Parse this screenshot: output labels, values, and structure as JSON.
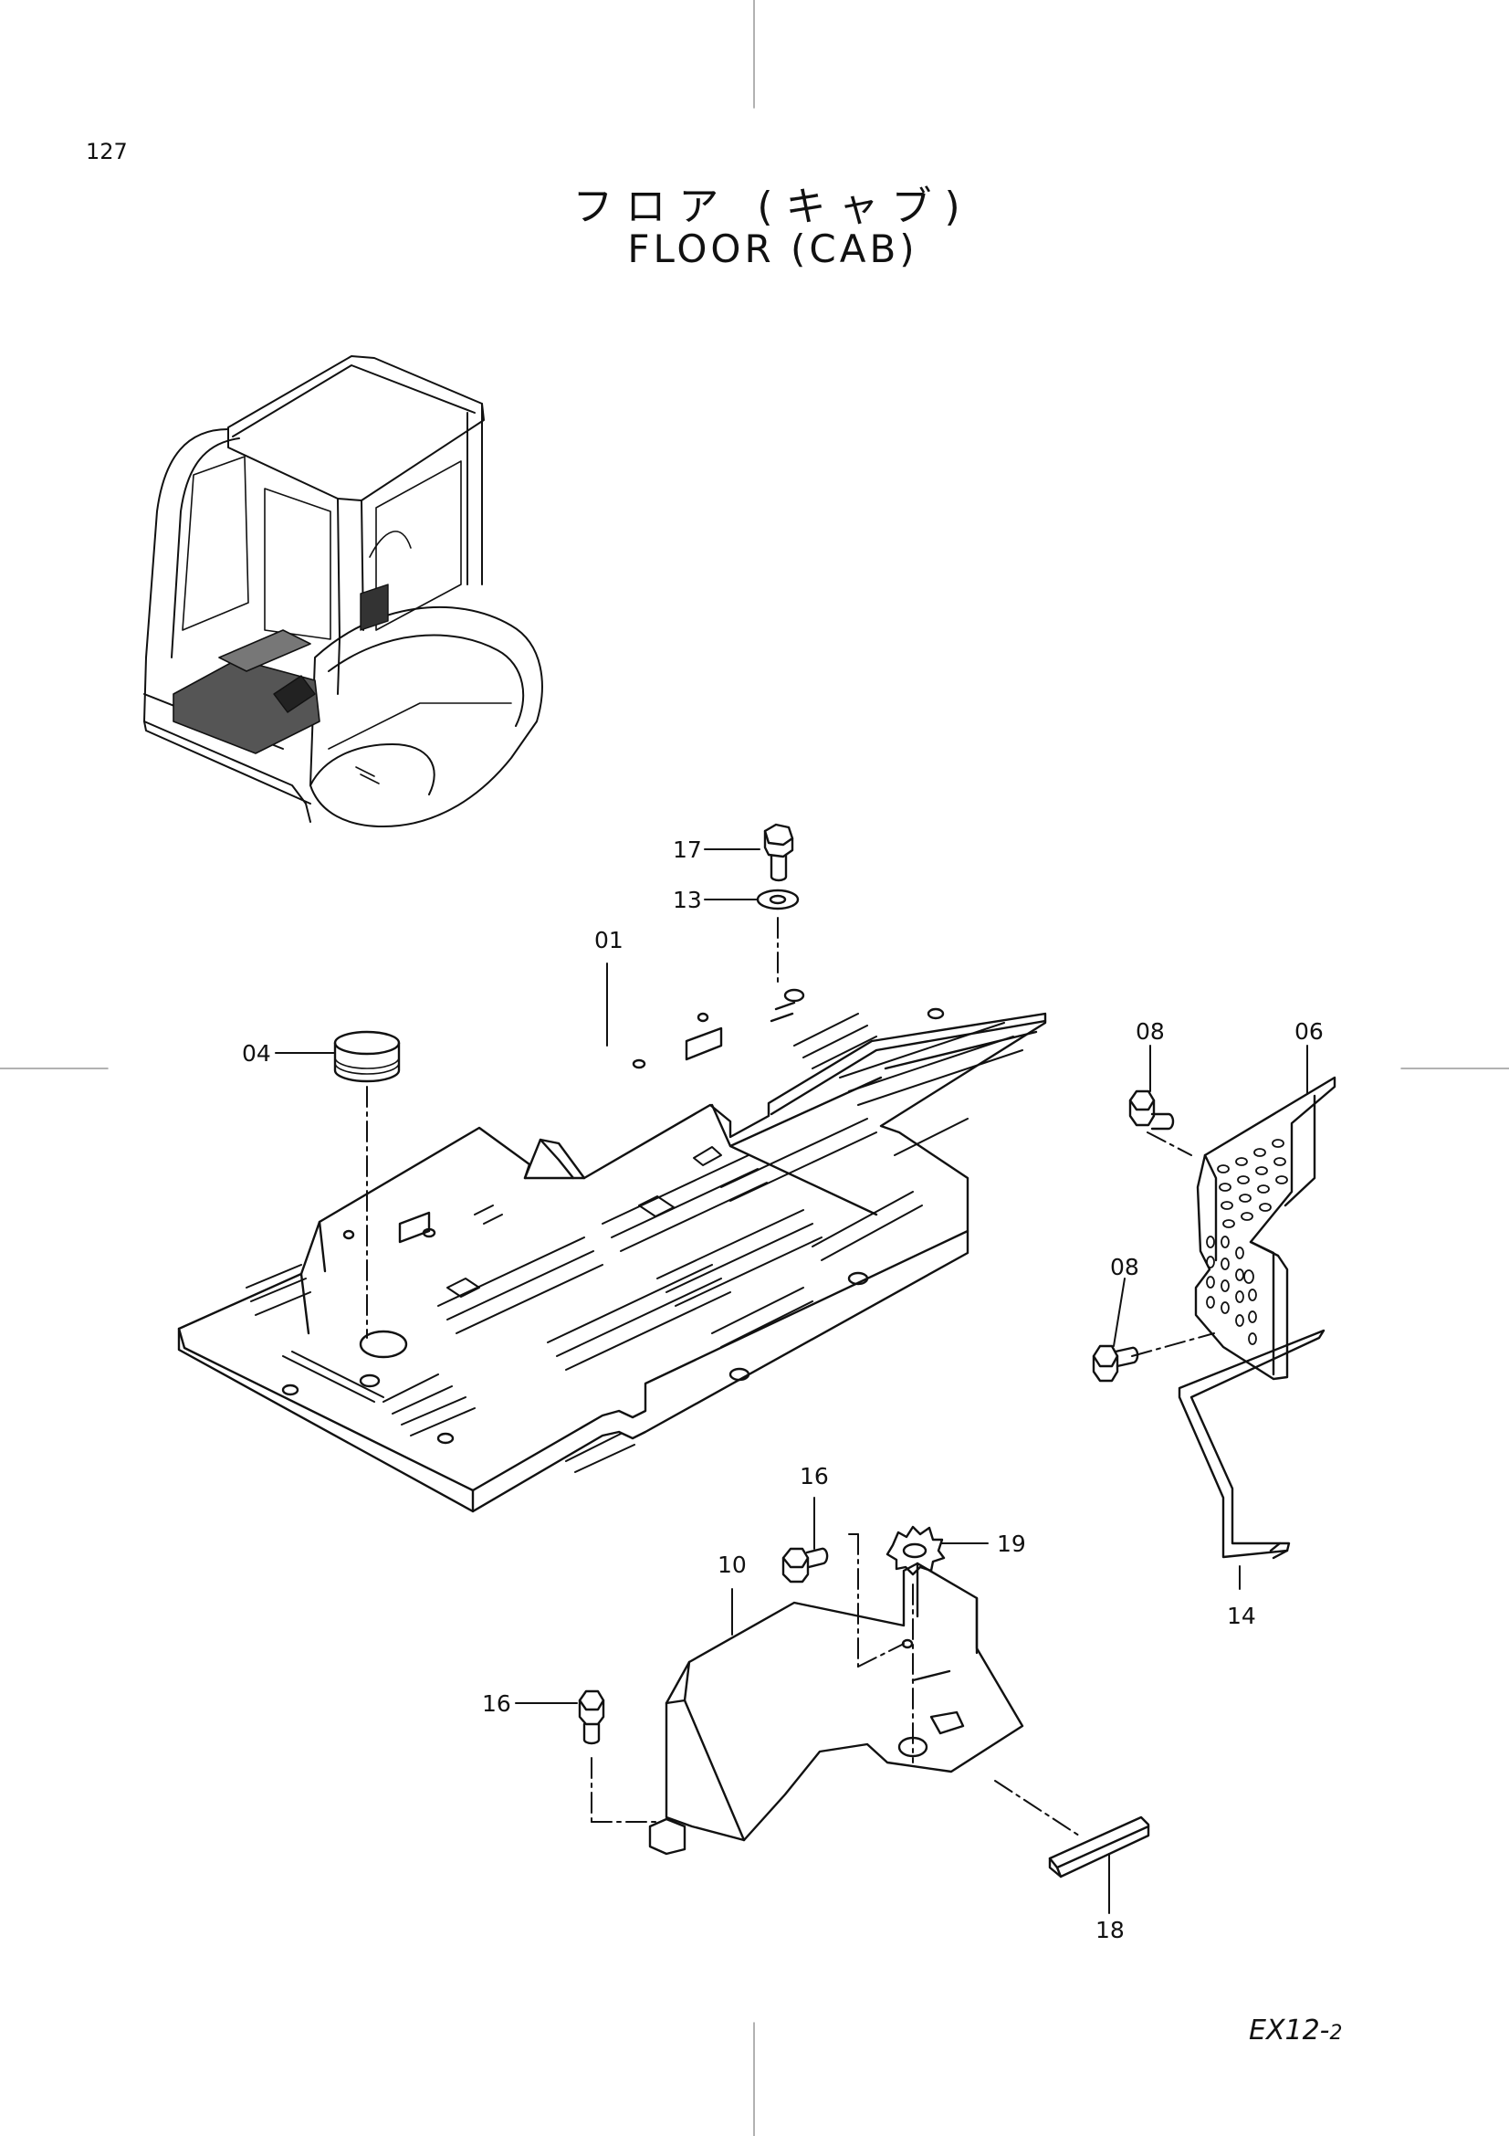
{
  "header": {
    "page_number": "127",
    "title_ja": "フロア (キャブ)",
    "title_en": "FLOOR (CAB)"
  },
  "footer": {
    "model_code": "EX12-",
    "model_suffix": "2"
  },
  "callouts": {
    "c01": "01",
    "c04": "04",
    "c06": "06",
    "c08a": "08",
    "c08b": "08",
    "c10": "10",
    "c13": "13",
    "c14": "14",
    "c16a": "16",
    "c16b": "16",
    "c17": "17",
    "c18": "18",
    "c19": "19"
  }
}
